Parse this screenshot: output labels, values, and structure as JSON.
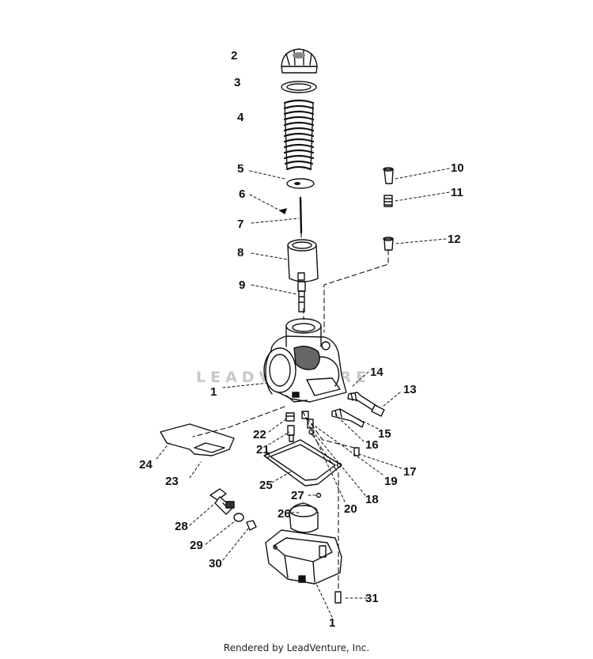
{
  "watermark": "LEADVENTURE",
  "footer": "Rendered by LeadVenture, Inc.",
  "part_labels": [
    "1",
    "1",
    "2",
    "3",
    "4",
    "5",
    "6",
    "7",
    "8",
    "9",
    "10",
    "11",
    "12",
    "13",
    "14",
    "15",
    "16",
    "17",
    "18",
    "19",
    "20",
    "21",
    "22",
    "23",
    "24",
    "25",
    "26",
    "27",
    "28",
    "29",
    "30",
    "31"
  ]
}
